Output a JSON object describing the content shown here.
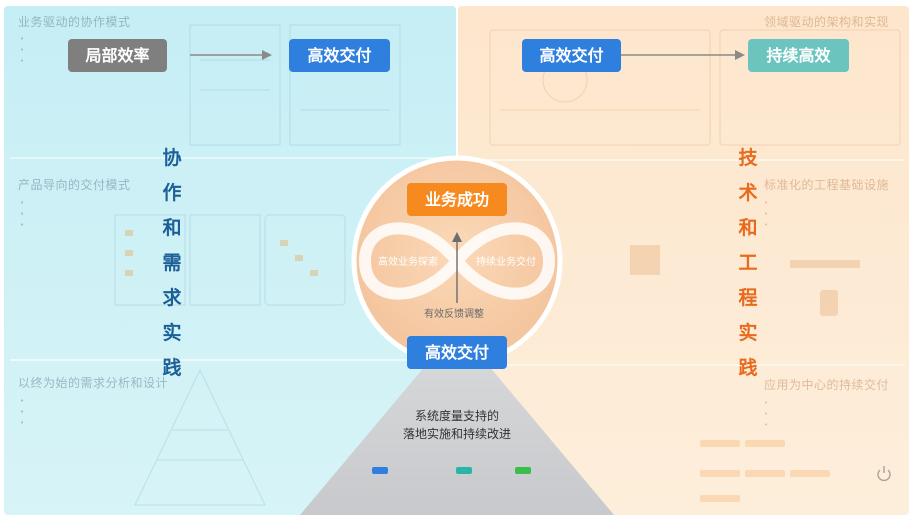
{
  "colors": {
    "left_bg": "#cbf1f6",
    "right_bg": "#fde8cf",
    "chip_gray": "#7f7f7f",
    "chip_blue": "#2f7fdf",
    "chip_teal": "#6cc4bf",
    "chip_orange": "#f78a1e",
    "left_text": "#1d5f97",
    "right_text": "#e86a1c"
  },
  "top_left": {
    "from_label": "局部效率",
    "to_label": "高效交付",
    "section_title": "业务驱动的协作模式"
  },
  "top_right": {
    "from_label": "高效交付",
    "to_label": "持续高效",
    "section_title": "领域驱动的架构和实现"
  },
  "left_sections": [
    {
      "title": "产品导向的交付模式"
    },
    {
      "title": "以终为始的需求分析和设计"
    }
  ],
  "right_sections": [
    {
      "title": "标准化的工程基础设施"
    },
    {
      "title": "应用为中心的持续交付"
    }
  ],
  "left_vertical": [
    "协",
    "作",
    "和",
    "需",
    "求",
    "实",
    "践"
  ],
  "right_vertical": [
    "技",
    "术",
    "和",
    "工",
    "程",
    "实",
    "践"
  ],
  "center": {
    "top_label": "业务成功",
    "left_loop": "高效业务探索",
    "right_loop": "持续业务交付",
    "bottom_text": "有效反馈调整",
    "bottom_label": "高效交付",
    "icons": [
      "infinity-loop-icon",
      "arrow-up-icon"
    ]
  },
  "bottom": {
    "caption_line1": "系统度量支持的",
    "caption_line2": "落地实施和持续改进"
  },
  "icons": [
    "arrow-right-icon",
    "power-icon"
  ]
}
